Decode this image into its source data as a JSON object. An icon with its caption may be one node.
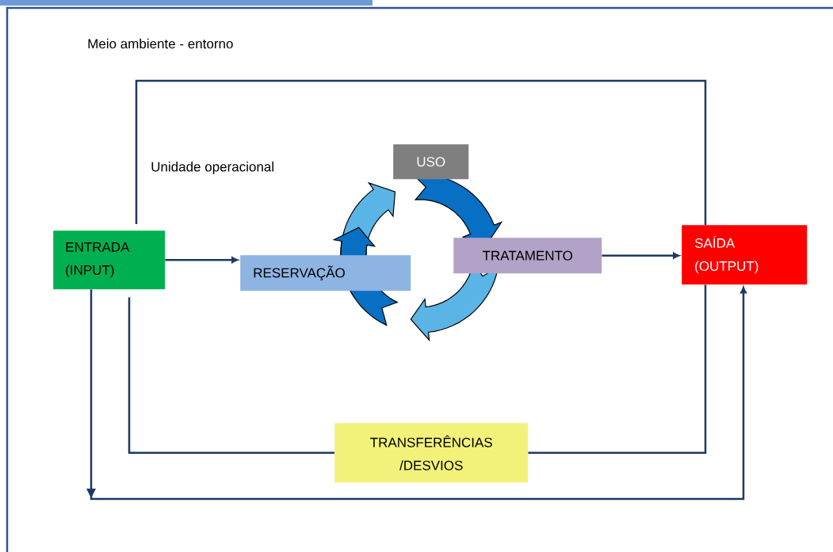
{
  "diagram": {
    "nodes": [
      {
        "text": [
          "ENTRADA (INPUT)"
        ]
      },
      {
        "text": [
          "USO"
        ]
      },
      {
        "text": [
          "TRATAMENTO"
        ]
      },
      {
        "text": [
          "RESERVAÇÃO"
        ]
      },
      {
        "text": [
          "SAÍDA (OUTPUT)"
        ]
      },
      {
        "text": [
          "TRANSFERÊNCIAS /DESVIOS"
        ]
      }
    ],
    "edges": [
      {
        "from": 0,
        "to": 3,
        "arrow": "to"
      },
      {
        "from": 2,
        "to": 4,
        "arrow": "to"
      },
      {
        "from": 0,
        "to": 4,
        "arrow": "none"
      },
      {
        "from": 0,
        "to": 4,
        "arrow": "to"
      },
      {
        "from": 0,
        "to": 5,
        "arrow": "none"
      },
      {
        "from": 5,
        "to": 4,
        "arrow": "none"
      }
    ],
    "labels": [
      "Meio ambiente - entorno",
      "Unidade operacional"
    ]
  }
}
